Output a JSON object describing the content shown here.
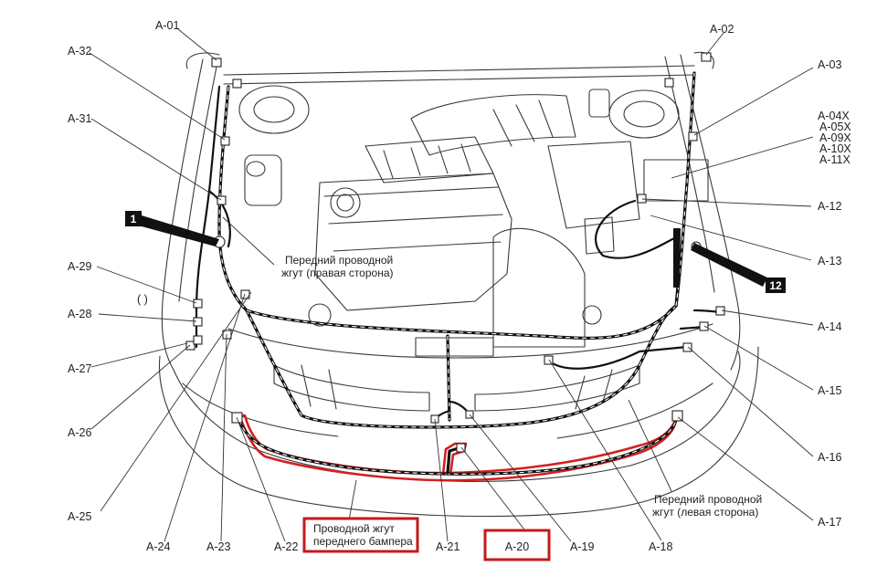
{
  "labels": {
    "a01": "A-01",
    "a02": "A-02",
    "a03": "A-03",
    "a04x": "A-04X",
    "a05x": "A-05X",
    "a09x": "A-09X",
    "a10x": "A-10X",
    "a11x": "A-11X",
    "a12": "A-12",
    "a13": "A-13",
    "a14": "A-14",
    "a15": "A-15",
    "a16": "A-16",
    "a17": "A-17",
    "a18": "A-18",
    "a19": "A-19",
    "a20": "A-20",
    "a21": "A-21",
    "a22": "A-22",
    "a23": "A-23",
    "a24": "A-24",
    "a25": "A-25",
    "a26": "A-26",
    "a27": "A-27",
    "a28": "A-28",
    "a29": "A-29",
    "a31": "A-31",
    "a32": "A-32"
  },
  "captions": {
    "right_harness_line1": "Передний проводной",
    "right_harness_line2": "жгут (правая сторона)",
    "left_harness_line1": "Передний проводной",
    "left_harness_line2": "жгут (левая сторона)",
    "bumper_harness_line1": "Проводной жгут",
    "bumper_harness_line2": "переднего бампера"
  },
  "markers": {
    "one": "1",
    "twelve": "12",
    "paren": "( )"
  },
  "colors": {
    "highlight": "#d42020",
    "line": "#222222"
  }
}
